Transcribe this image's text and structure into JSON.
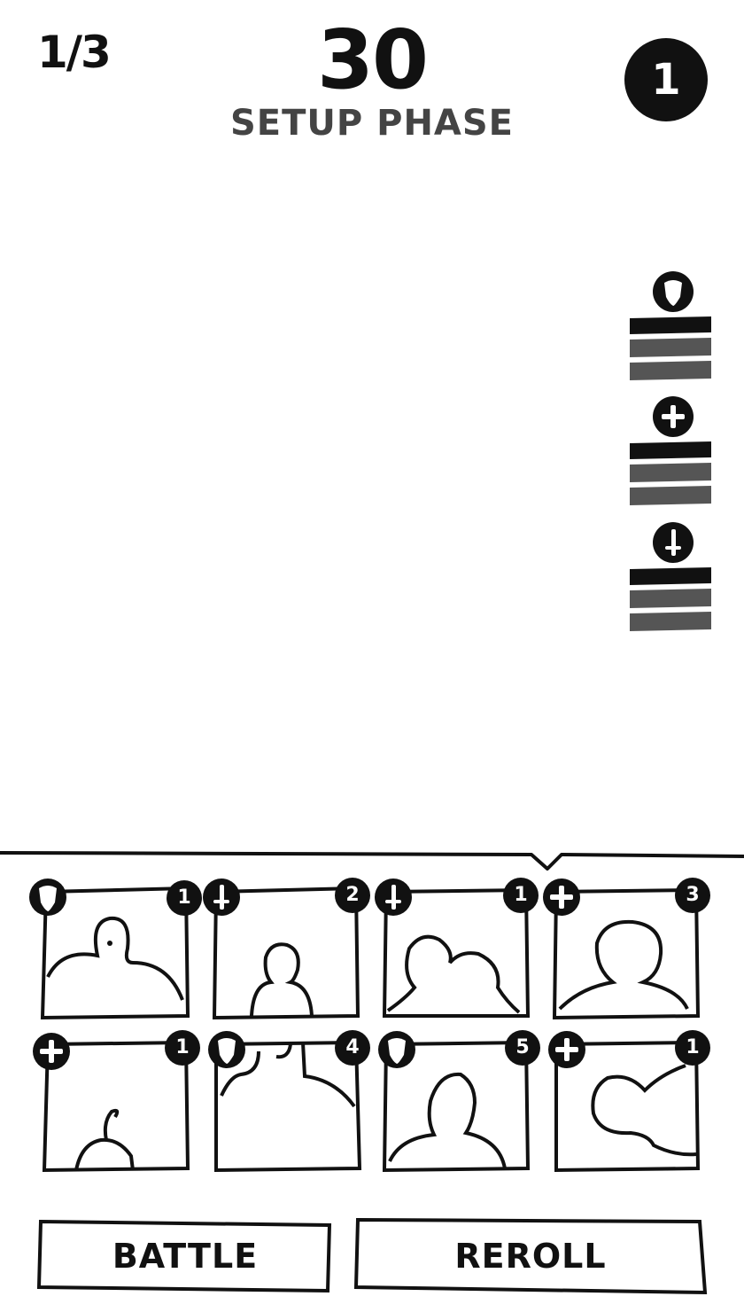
{
  "hud": {
    "round": "1/3",
    "timer": "30",
    "phase": "SETUP PHASE",
    "coins": "1"
  },
  "side_stats": [
    {
      "icon": "shield-icon",
      "level": 1
    },
    {
      "icon": "heal-icon",
      "level": 1
    },
    {
      "icon": "sword-icon",
      "level": 1
    }
  ],
  "shop": {
    "cards": [
      {
        "type": "shield-icon",
        "cost": "1"
      },
      {
        "type": "sword-icon",
        "cost": "2"
      },
      {
        "type": "sword-icon",
        "cost": "1"
      },
      {
        "type": "heal-icon",
        "cost": "3"
      },
      {
        "type": "heal-icon",
        "cost": "1"
      },
      {
        "type": "shield-icon",
        "cost": "4"
      },
      {
        "type": "shield-icon",
        "cost": "5"
      },
      {
        "type": "heal-icon",
        "cost": "1"
      }
    ]
  },
  "buttons": {
    "battle": "BATTLE",
    "reroll": "REROLL"
  }
}
